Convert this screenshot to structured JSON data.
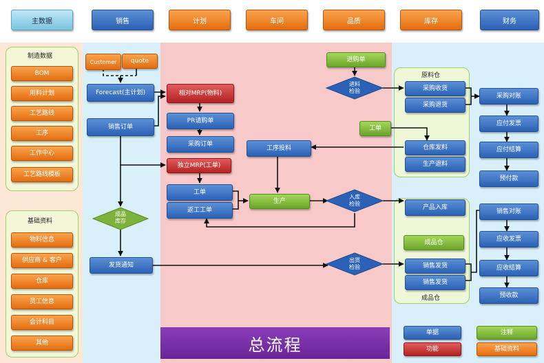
{
  "headers": [
    "主数据",
    "销售",
    "计划",
    "车间",
    "品质",
    "库存",
    "财务"
  ],
  "title": "总流程",
  "manufacturing": {
    "title": "制造数据",
    "items": [
      "BOM",
      "用料计划",
      "工艺路线",
      "工序",
      "工作中心",
      "工艺路线模板"
    ]
  },
  "basics": {
    "title": "基础资料",
    "items": [
      "物料信息",
      "供应商 & 客户",
      "仓库",
      "员工信息",
      "会计科目",
      "其他"
    ]
  },
  "sales": {
    "customer": "Customer",
    "quote": "quote",
    "forecast": "Forecast(主计划)",
    "sales_order": "销售订单",
    "fg_stock_check": "成品\n库存",
    "delivery_notice": "发货通知"
  },
  "plan": {
    "mrp_material": "相对MRP(物料)",
    "pr": "PR请购单",
    "po": "采购订单",
    "mrp_workorder": "独立MRP(工单)"
  },
  "workshop": {
    "work_order": "工单",
    "rework_order": "返工工单",
    "process_feed": "工序投料",
    "production": "生产"
  },
  "quality": {
    "receipt": "进购单",
    "incoming_inspection": "进料\n检验",
    "work_order": "工单",
    "fg_inspection": "入库\n检验",
    "shipping_inspection": "出货\n检验"
  },
  "inventory": {
    "raw_panel_title": "原料仓",
    "purchase_receipt": "采购收货",
    "purchase_return": "采购退货",
    "warehouse_issue": "仓库发料",
    "production_return": "生产退料",
    "fg_receipt": "产品入库",
    "fg_panel_badge": "成品仓",
    "sales_delivery": "销售发货",
    "sales_return": "销售发货",
    "fg_panel_title": "成品仓"
  },
  "finance": {
    "ap_reconcile": "采购对账",
    "ap_invoice": "应付发票",
    "ap_settle": "应付结算",
    "prepaid": "预付款",
    "ar_reconcile": "销售对账",
    "ar_invoice": "应收发票",
    "ar_settle": "应收结算",
    "advance_received": "预收款"
  },
  "legend": {
    "doc": "单据",
    "function": "功能",
    "note": "注释",
    "basic_data": "基础资料"
  },
  "colors": {
    "doc": "#2b62b5",
    "function": "#b52323",
    "note": "#6ba52a",
    "basic_data": "#e46d0f",
    "title": "#6a2497"
  }
}
